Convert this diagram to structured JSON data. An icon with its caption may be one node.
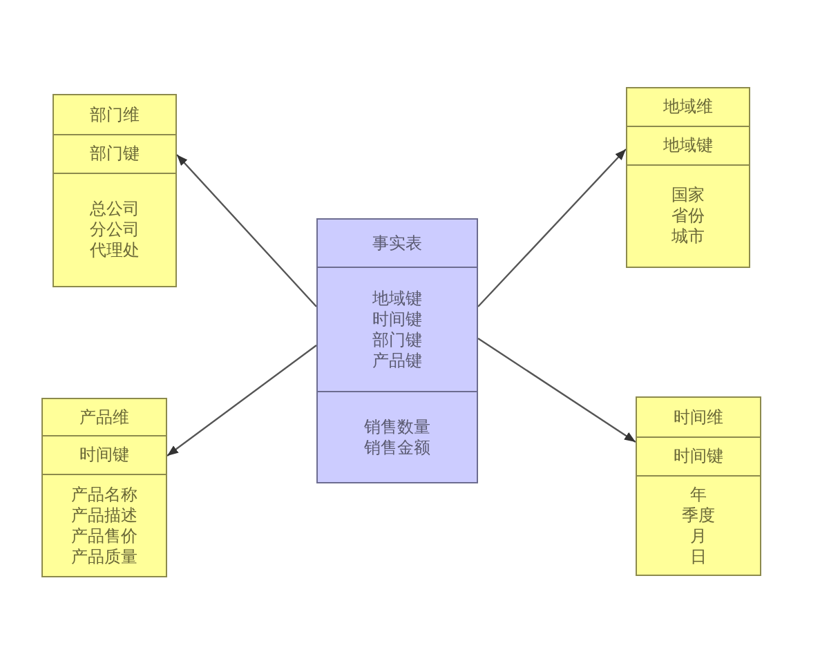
{
  "diagram": {
    "nodes": [
      {
        "text": [
          "部门维",
          "部门键",
          "总公司",
          "分公司",
          "代理处"
        ]
      },
      {
        "text": [
          "地域维",
          "地域键",
          "国家",
          "省份",
          "城市"
        ]
      },
      {
        "text": [
          "事实表",
          "地域键",
          "时间键",
          "部门键",
          "产品键",
          "销售数量",
          "销售金额"
        ]
      },
      {
        "text": [
          "产品维",
          "时间键",
          "产品名称",
          "产品描述",
          "产品售价",
          "产品质量"
        ]
      },
      {
        "text": [
          "时间维",
          "时间键",
          "年",
          "季度",
          "月",
          "日"
        ]
      }
    ],
    "edges": [
      {
        "from": 2,
        "to": 0,
        "arrow": "to"
      },
      {
        "from": 2,
        "to": 1,
        "arrow": "to"
      },
      {
        "from": 2,
        "to": 3,
        "arrow": "to"
      },
      {
        "from": 2,
        "to": 4,
        "arrow": "to"
      }
    ]
  }
}
